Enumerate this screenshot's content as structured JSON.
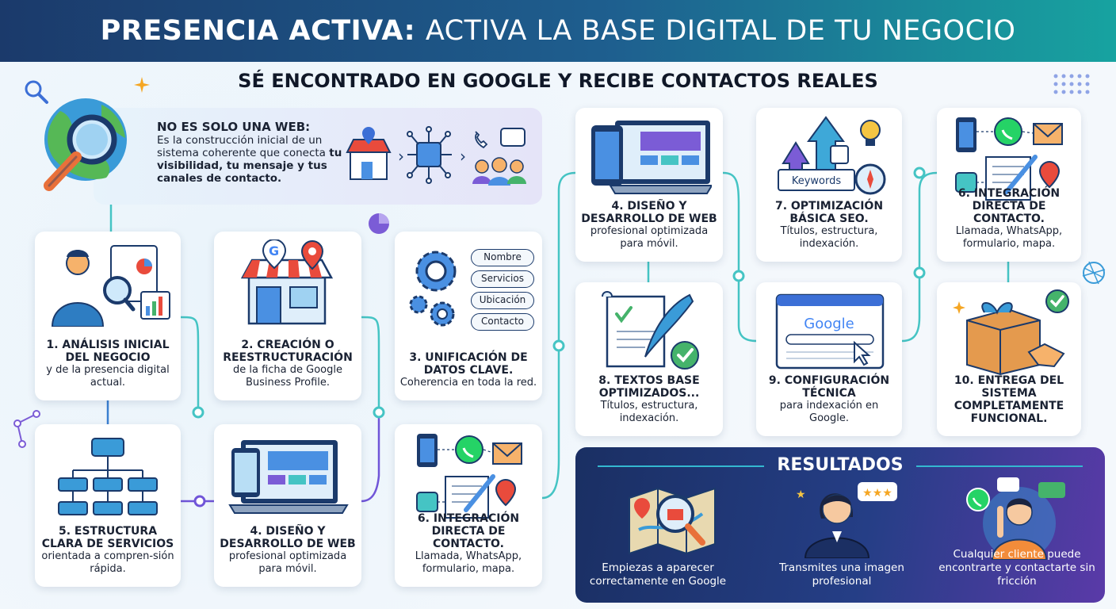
{
  "header": {
    "title_bold": "PRESENCIA ACTIVA:",
    "title_rest": "ACTIVA LA BASE DIGITAL DE TU NEGOCIO",
    "subtitle": "SÉ ENCONTRADO EN GOOGLE Y RECIBE CONTACTOS REALES"
  },
  "intro": {
    "title": "NO ES SOLO UNA WEB:",
    "text": "Es la construcción inicial de un sistema coherente que conecta",
    "bold": "tu visibilidad, tu mensaje y tus canales de contacto."
  },
  "steps": [
    {
      "title": "1. ANÁLISIS INICIAL DEL NEGOCIO",
      "desc": "y de la presencia digital actual."
    },
    {
      "title": "2. CREACIÓN O REESTRUCTURACIÓN",
      "desc": "de la ficha de Google Business Profile."
    },
    {
      "title": "3. UNIFICACIÓN DE DATOS CLAVE.",
      "desc": "Coherencia en toda la red."
    },
    {
      "title": "5. ESTRUCTURA CLARA DE SERVICIOS",
      "desc": "orientada a compren-sión rápida."
    },
    {
      "title": "4. DISEÑO Y DESARROLLO DE WEB",
      "desc": "profesional optimizada para móvil."
    },
    {
      "title": "6. INTEGRACIÓN DIRECTA DE CONTACTO.",
      "desc": "Llamada, WhatsApp, formulario, mapa."
    },
    {
      "title": "4. DISEÑO Y DESARROLLO DE WEB",
      "desc": "profesional optimizada para móvil."
    },
    {
      "title": "7. OPTIMIZACIÓN BÁSICA SEO.",
      "desc": "Títulos, estructura, indexación."
    },
    {
      "title": "6. INTEGRACIÓN DIRECTA DE CONTACTO.",
      "desc": "Llamada, WhatsApp, formulario, mapa."
    },
    {
      "title": "8. TEXTOS BASE OPTIMIZADOS...",
      "desc": "Títulos, estructura, indexación."
    },
    {
      "title": "9. CONFIGURACIÓN TÉCNICA",
      "desc": "para indexación en Google."
    },
    {
      "title": "10. ENTREGA DEL SISTEMA COMPLETAMENTE FUNCIONAL.",
      "desc": ""
    }
  ],
  "data_tags": [
    "Nombre",
    "Servicios",
    "Ubicación",
    "Contacto"
  ],
  "keywords_label": "Keywords",
  "google_label": "Google",
  "results": {
    "title": "RESULTADOS",
    "items": [
      "Empiezas a aparecer correctamente en Google",
      "Transmites una imagen profesional",
      "Cualquier cliente puede encontrarte y contactarte sin fricción"
    ]
  },
  "colors": {
    "navy": "#1b3a6b",
    "teal": "#17a3a0",
    "accent_orange": "#f26b3a",
    "google_blue": "#4285f4",
    "whatsapp": "#25d366"
  }
}
